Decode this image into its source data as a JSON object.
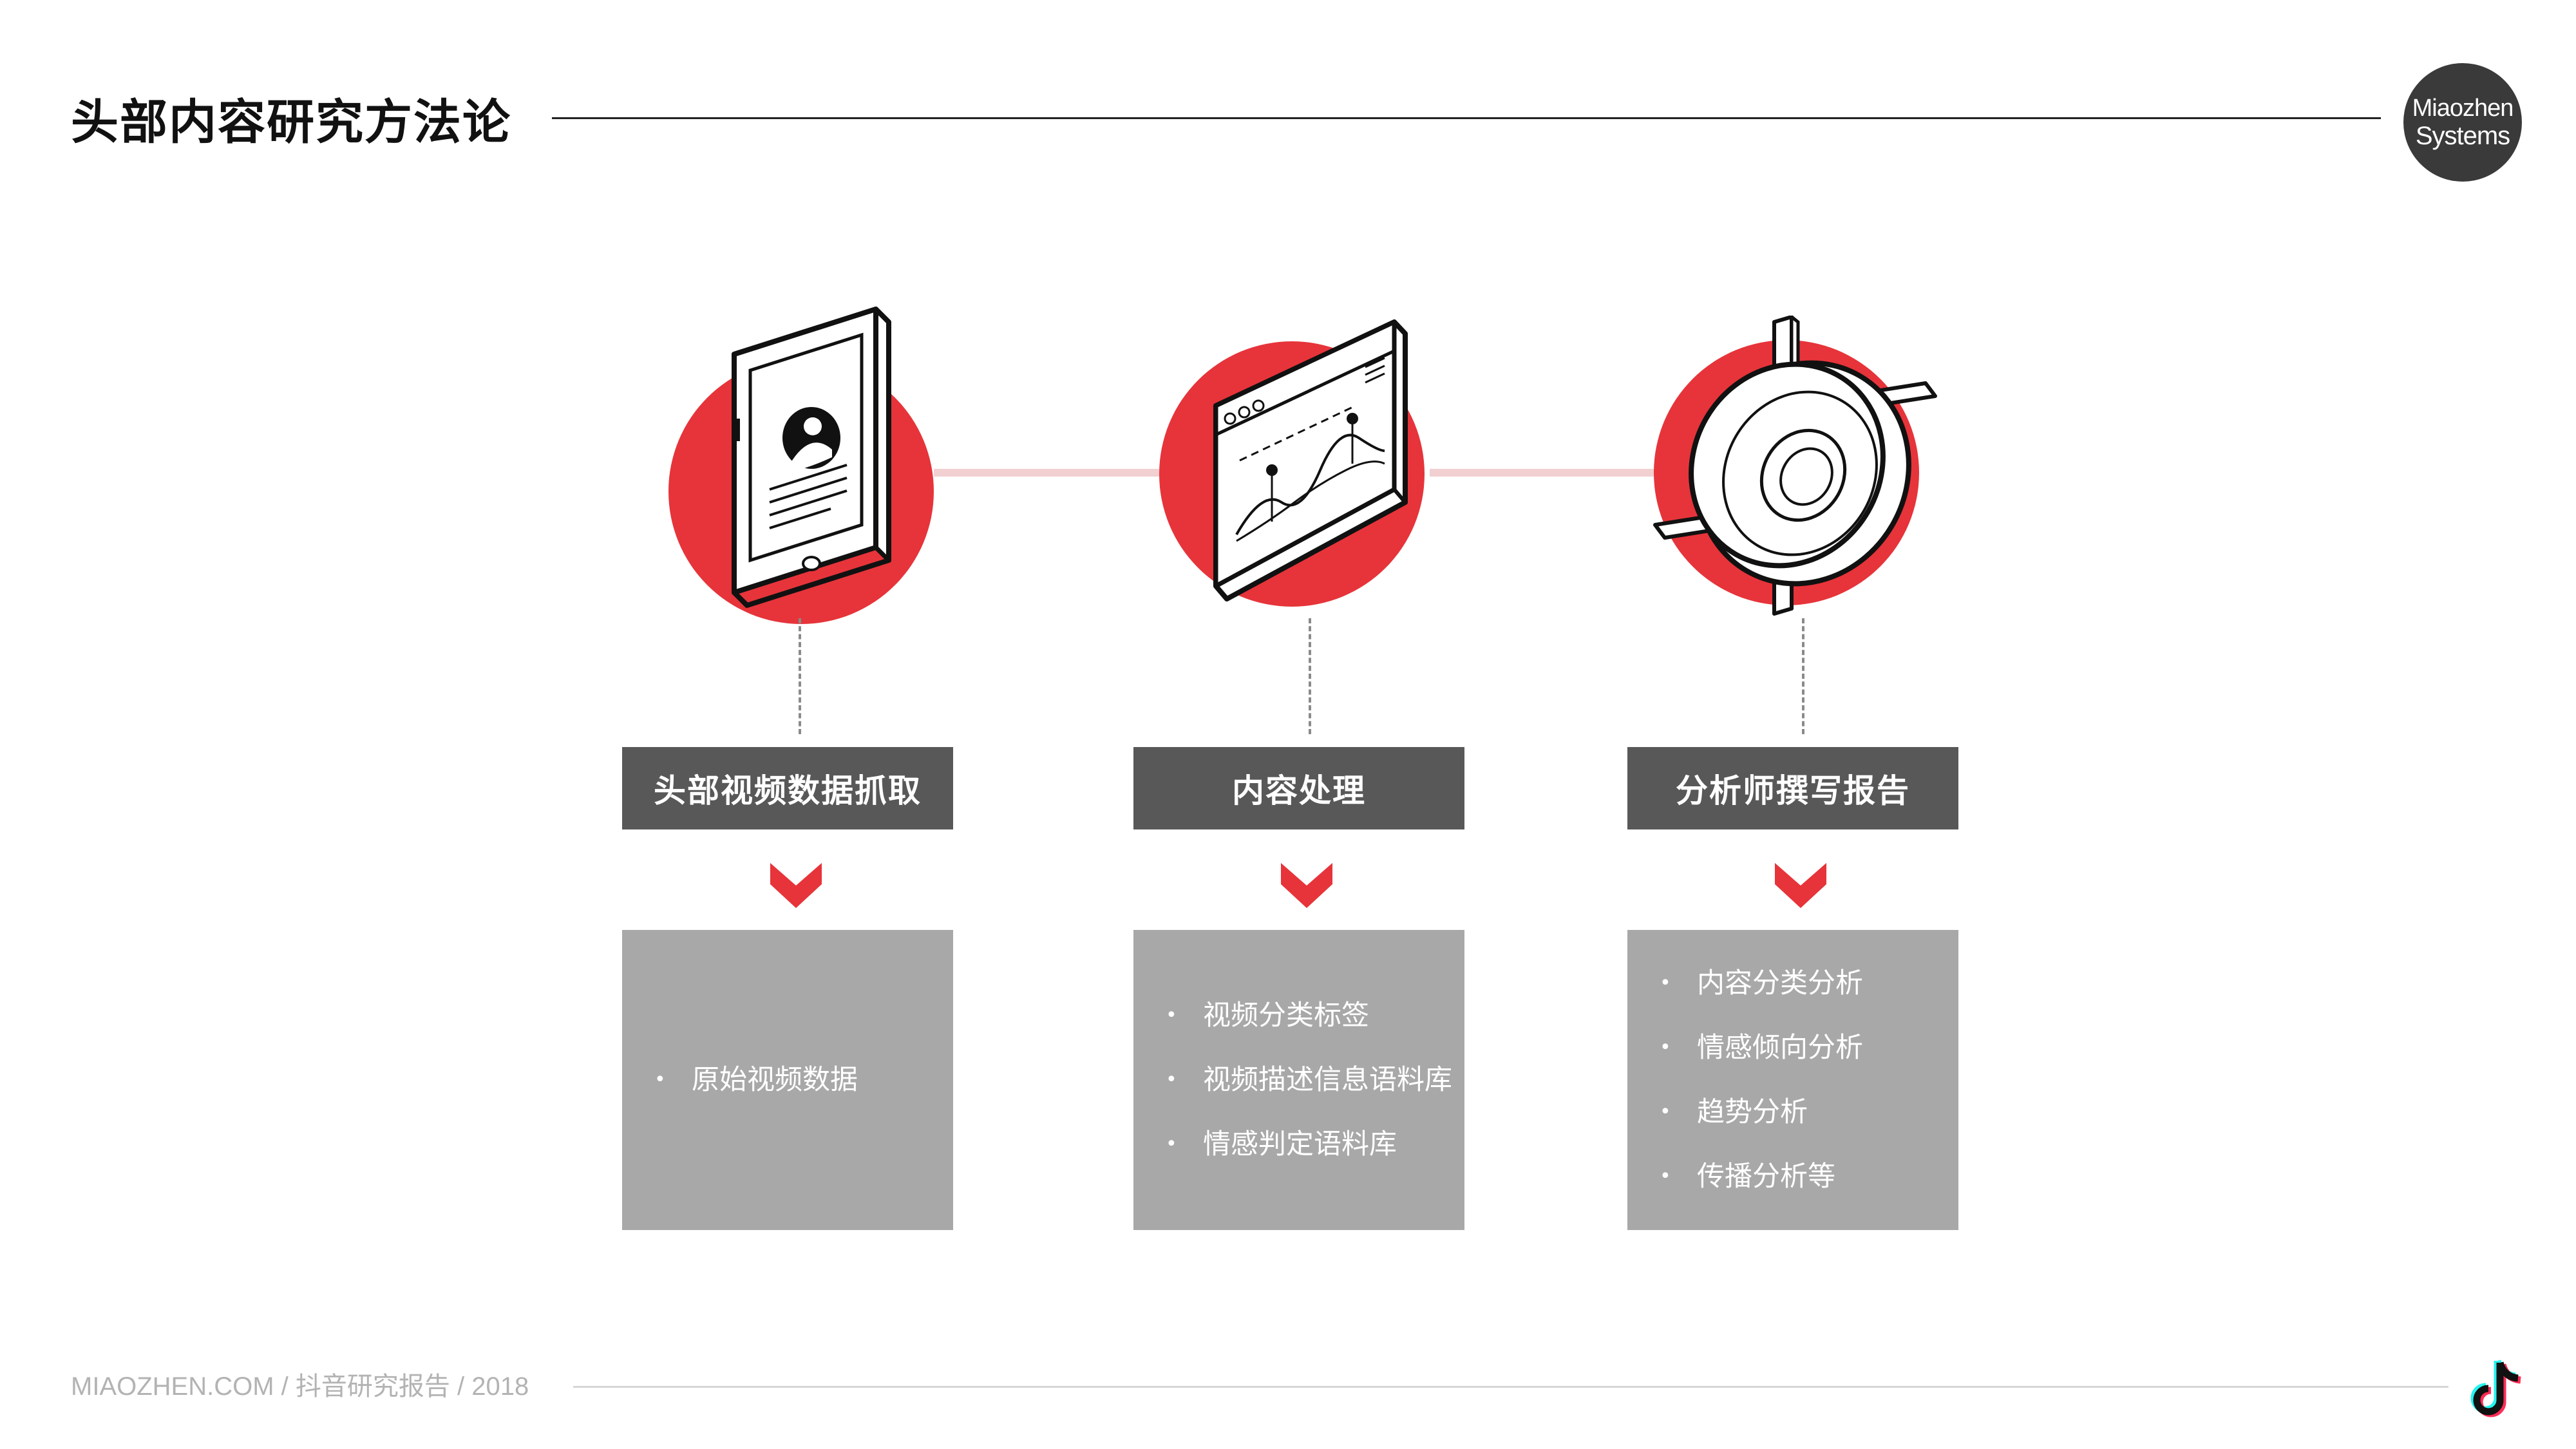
{
  "header": {
    "title": "头部内容研究方法论",
    "logo_line1": "Miaozhen",
    "logo_line2": "Systems"
  },
  "steps": [
    {
      "icon": "tablet-profile-icon",
      "title": "头部视频数据抓取",
      "items": [
        "原始视频数据"
      ]
    },
    {
      "icon": "browser-chart-icon",
      "title": "内容处理",
      "items": [
        "视频分类标签",
        "视频描述信息语料库",
        "情感判定语料库"
      ]
    },
    {
      "icon": "target-disc-icon",
      "title": "分析师撰写报告",
      "items": [
        "内容分类分析",
        "情感倾向分析",
        "趋势分析",
        "传播分析等"
      ]
    }
  ],
  "footer": {
    "text": "MIAOZHEN.COM / 抖音研究报告 / 2018",
    "brand_icon": "tiktok-icon"
  },
  "colors": {
    "accent": "#e6343a",
    "header_box": "#585858",
    "detail_box": "#a8a8a8",
    "connector": "#f2cfd0"
  }
}
